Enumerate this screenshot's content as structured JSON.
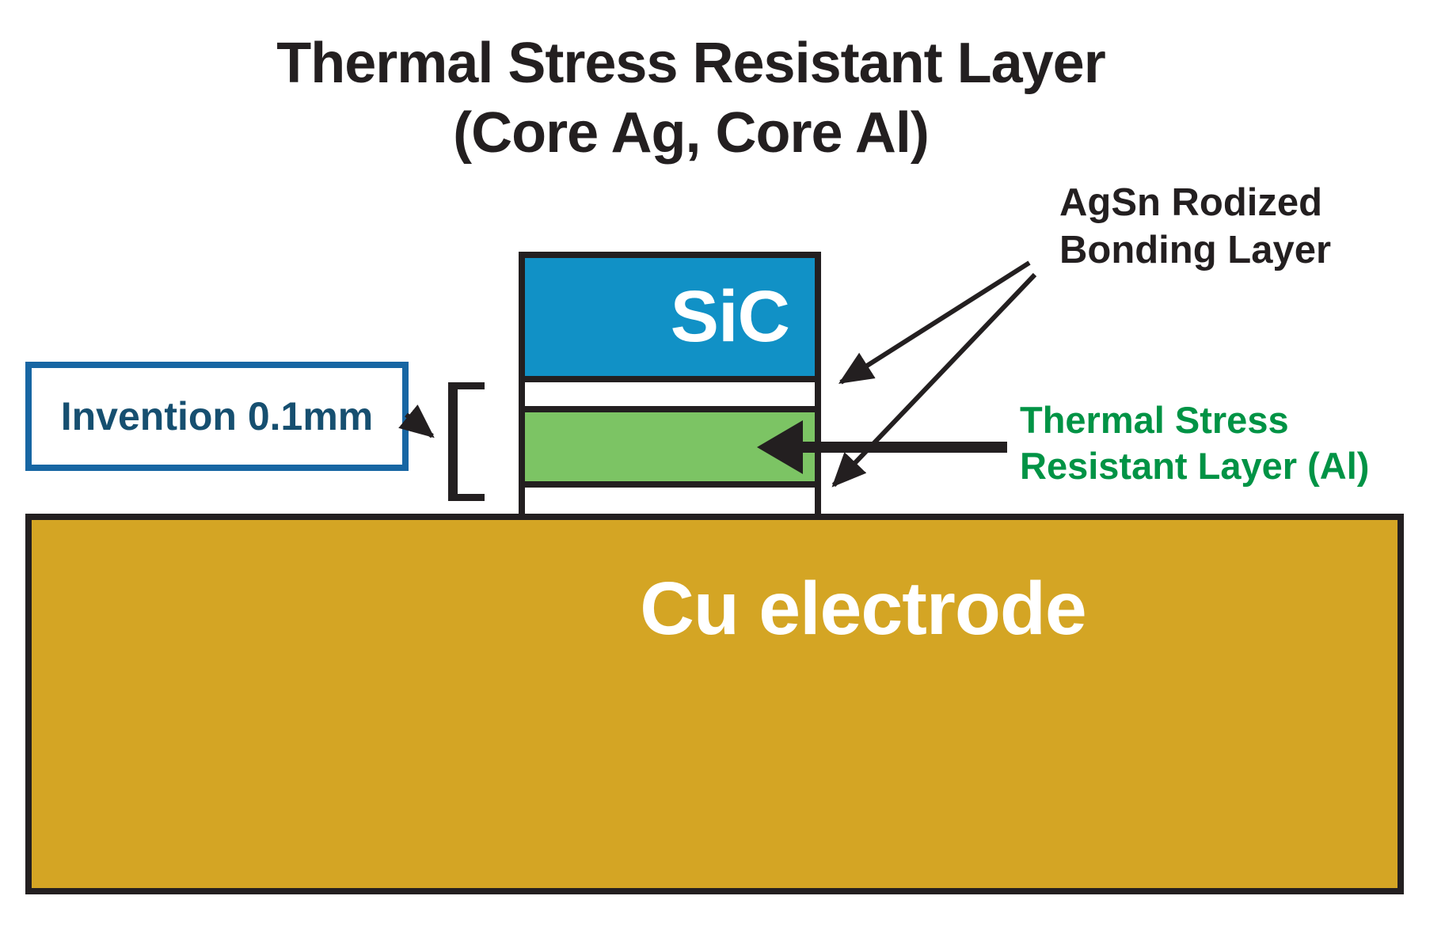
{
  "title": {
    "line1": "Thermal Stress Resistant Layer",
    "line2": "(Core Ag, Core Al)"
  },
  "stack": {
    "sic_label": "SiC"
  },
  "cu": {
    "label": "Cu electrode"
  },
  "callouts": {
    "agsn": {
      "line1": "AgSn Rodized",
      "line2": "Bonding Layer"
    },
    "thermal": {
      "line1": "Thermal Stress",
      "line2": "Resistant Layer (Al)"
    },
    "invention": {
      "label": "Invention 0.1mm"
    }
  },
  "colors": {
    "sic-blue": "#1191C6",
    "layer-green": "#7CC464",
    "cu-gold": "#D4A524",
    "ink": "#231F20",
    "invention-border": "#1766A3",
    "invention-text": "#164F70",
    "thermal-text": "#009345",
    "layer-white": "#FFFFFF"
  }
}
